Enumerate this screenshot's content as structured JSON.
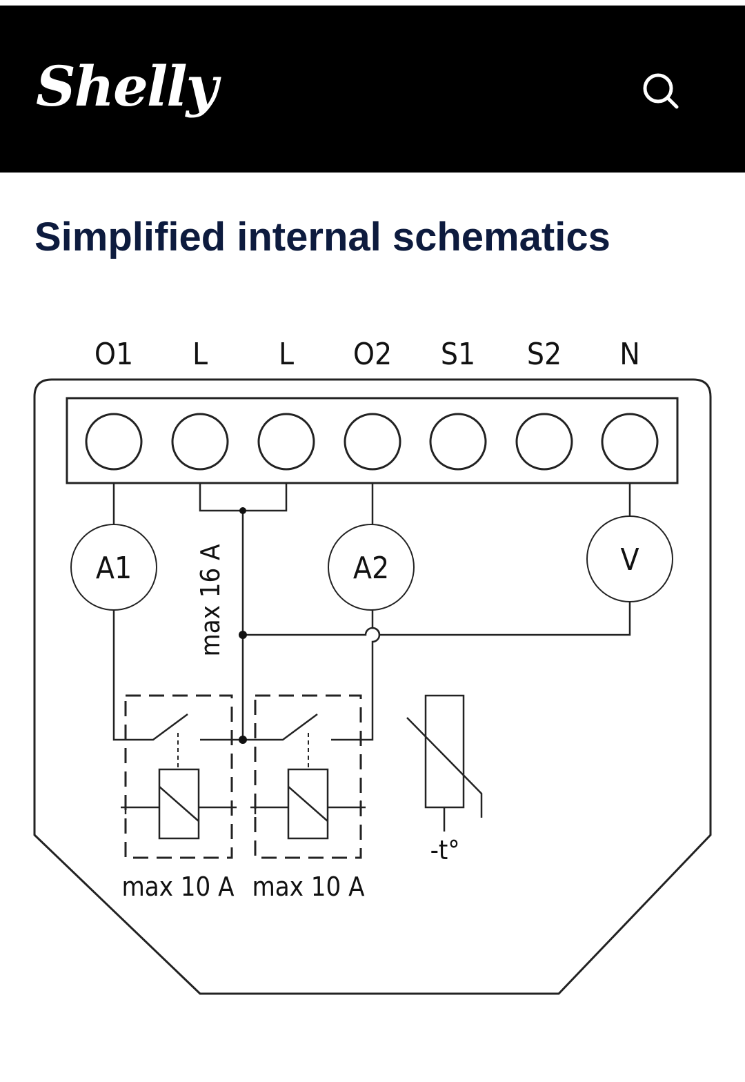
{
  "header": {
    "logo_text": "Shelly",
    "search_icon": "search-icon"
  },
  "page": {
    "title": "Simplified internal schematics"
  },
  "diagram": {
    "terminals": [
      "O1",
      "L",
      "L",
      "O2",
      "S1",
      "S2",
      "N"
    ],
    "meters": {
      "a1": "A1",
      "a2": "A2",
      "v": "V"
    },
    "line_rating": "max 16 A",
    "relay_ratings": [
      "max 10 A",
      "max 10 A"
    ],
    "thermistor_label": "-t°"
  }
}
